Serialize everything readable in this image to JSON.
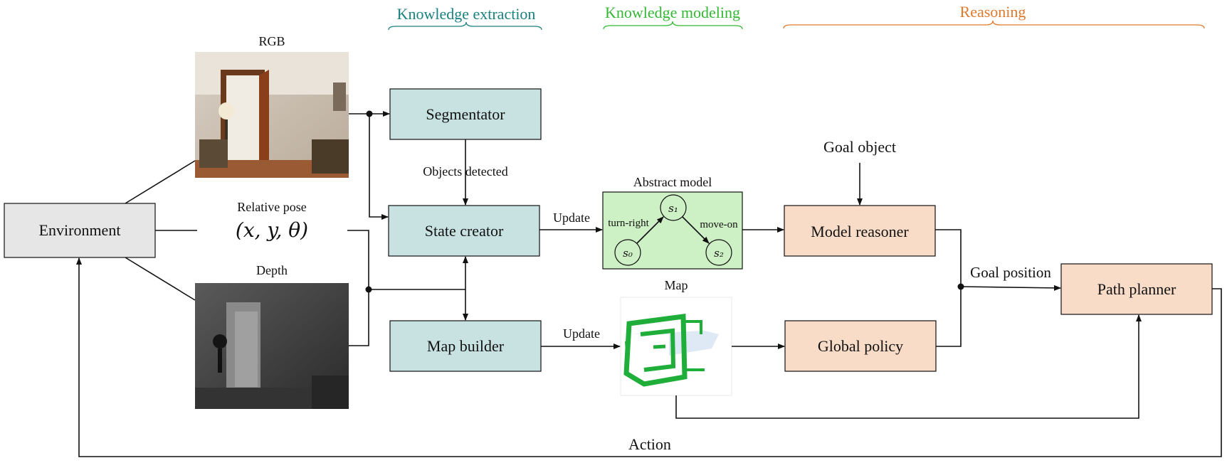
{
  "phases": {
    "extraction": "Knowledge extraction",
    "modeling": "Knowledge modeling",
    "reasoning": "Reasoning"
  },
  "colors": {
    "extraction": "#1a8080",
    "modeling": "#33b833",
    "reasoning": "#e07a2e",
    "env_fill": "#e6e6e6",
    "teal_fill": "#c8e2e2",
    "green_fill": "#cdf0c5",
    "orange_fill": "#f8dcc8"
  },
  "inputs": {
    "rgb": "RGB",
    "depth": "Depth",
    "pose_label": "Relative pose",
    "pose_value": "(x, y, θ)"
  },
  "nodes": {
    "environment": "Environment",
    "segmentator": "Segmentator",
    "state_creator": "State creator",
    "map_builder": "Map builder",
    "abstract_model": "Abstract model",
    "map": "Map",
    "model_reasoner": "Model reasoner",
    "global_policy": "Global policy",
    "path_planner": "Path planner",
    "goal_object": "Goal object"
  },
  "abstract_model": {
    "s0": "s₀",
    "s1": "s₁",
    "s2": "s₂",
    "turn_right": "turn-right",
    "move_on": "move-on"
  },
  "edges": {
    "objects_detected": "Objects detected",
    "update_state": "Update",
    "update_map": "Update",
    "goal_position": "Goal position",
    "action": "Action"
  }
}
